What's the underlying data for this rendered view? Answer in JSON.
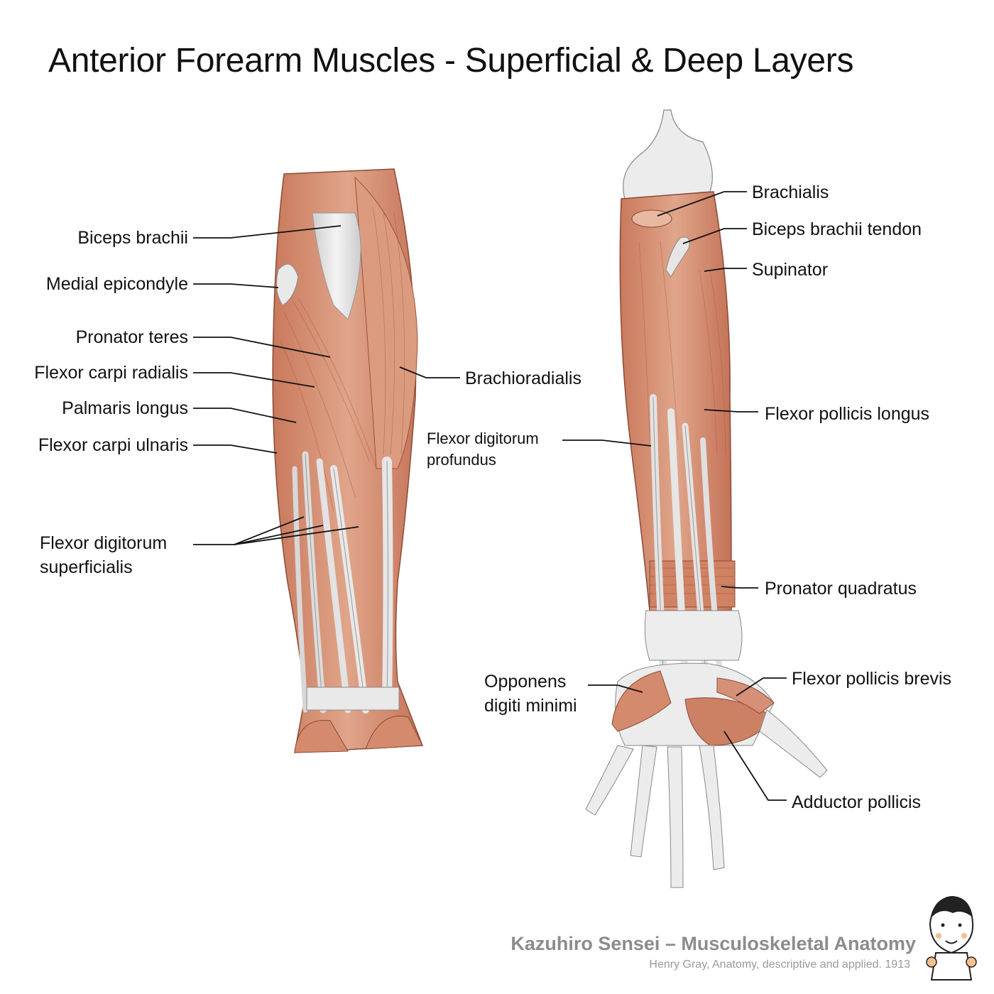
{
  "title": "Anterior Forearm Muscles - Superficial & Deep Layers",
  "superficial_labels": {
    "biceps_brachii": "Biceps brachii",
    "medial_epicondyle": "Medial epicondyle",
    "pronator_teres": "Pronator teres",
    "flexor_carpi_radialis": "Flexor carpi radialis",
    "palmaris_longus": "Palmaris longus",
    "flexor_carpi_ulnaris": "Flexor carpi ulnaris",
    "fds_line1": "Flexor digitorum",
    "fds_line2": "superficialis",
    "brachioradialis": "Brachioradialis"
  },
  "deep_labels": {
    "fdp_line1": "Flexor digitorum",
    "fdp_line2": "profundus",
    "brachialis": "Brachialis",
    "biceps_tendon": "Biceps brachii tendon",
    "supinator": "Supinator",
    "flexor_pollicis_longus": "Flexor pollicis longus",
    "pronator_quadratus": "Pronator quadratus",
    "flexor_pollicis_brevis": "Flexor pollicis brevis",
    "odm_line1": "Opponens",
    "odm_line2": "digiti minimi",
    "adductor_pollicis": "Adductor pollicis"
  },
  "credit": "Kazuhiro Sensei – Musculoskeletal Anatomy",
  "source": "Henry Gray, Anatomy, descriptive and applied. 1913",
  "colors": {
    "muscle": "#d9967a",
    "muscle_dark": "#b8654a",
    "tendon": "#e6e6e6",
    "leader": "#111111"
  }
}
